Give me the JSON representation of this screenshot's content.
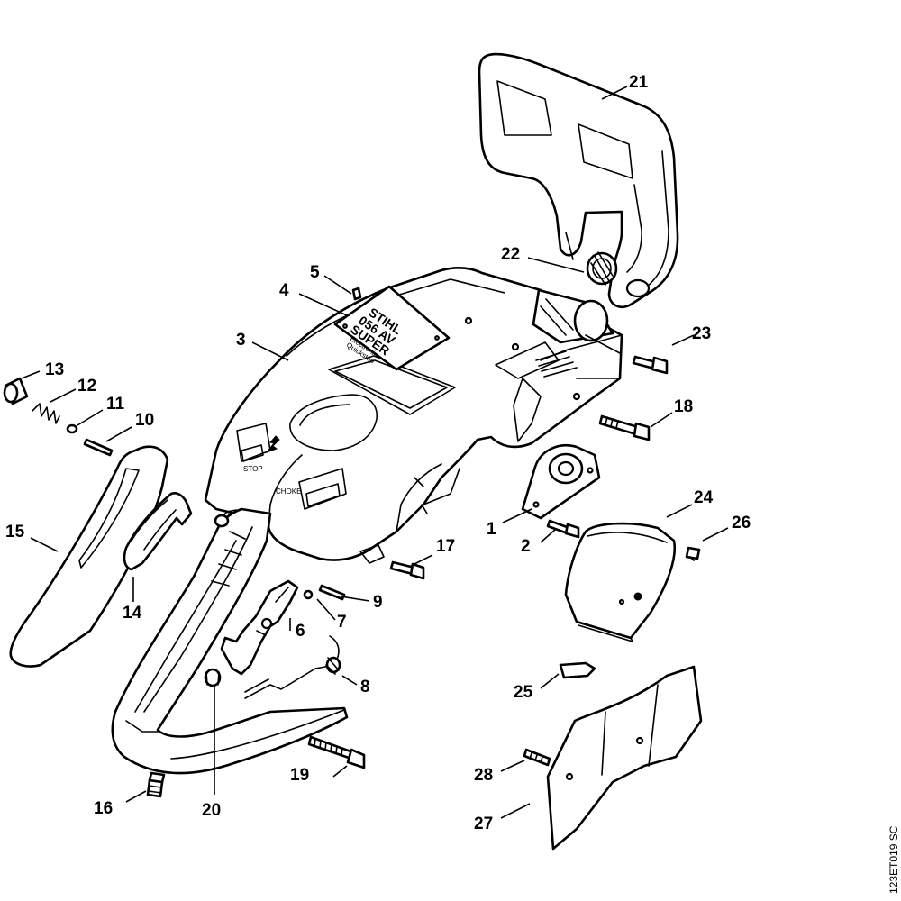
{
  "drawing_reference": "123ET019 SC",
  "decal": {
    "line1": "STIHL",
    "line2": "056 AV",
    "line3": "SUPER",
    "line4": "Electronic",
    "line5": "Quickstop"
  },
  "housing_labels": {
    "stop": "STOP",
    "choke": "CHOKE"
  },
  "callouts": [
    {
      "id": "c1",
      "label": "1",
      "part": "annular-buffer"
    },
    {
      "id": "c2",
      "label": "2",
      "part": "screw"
    },
    {
      "id": "c3",
      "label": "3",
      "part": "shroud"
    },
    {
      "id": "c4",
      "label": "4",
      "part": "model-plate"
    },
    {
      "id": "c5",
      "label": "5",
      "part": "pin"
    },
    {
      "id": "c6",
      "label": "6",
      "part": "throttle-trigger"
    },
    {
      "id": "c7",
      "label": "7",
      "part": "sleeve"
    },
    {
      "id": "c8",
      "label": "8",
      "part": "torsion-spring"
    },
    {
      "id": "c9",
      "label": "9",
      "part": "pin"
    },
    {
      "id": "c10",
      "label": "10",
      "part": "pin"
    },
    {
      "id": "c11",
      "label": "11",
      "part": "washer"
    },
    {
      "id": "c12",
      "label": "12",
      "part": "spring"
    },
    {
      "id": "c13",
      "label": "13",
      "part": "sleeve"
    },
    {
      "id": "c14",
      "label": "14",
      "part": "trigger-interlock"
    },
    {
      "id": "c15",
      "label": "15",
      "part": "handle-molding"
    },
    {
      "id": "c16",
      "label": "16",
      "part": "screw"
    },
    {
      "id": "c17",
      "label": "17",
      "part": "screw"
    },
    {
      "id": "c18",
      "label": "18",
      "part": "screw"
    },
    {
      "id": "c19",
      "label": "19",
      "part": "screw"
    },
    {
      "id": "c20",
      "label": "20",
      "part": "collar"
    },
    {
      "id": "c21",
      "label": "21",
      "part": "hand-guard"
    },
    {
      "id": "c22",
      "label": "22",
      "part": "spring"
    },
    {
      "id": "c23",
      "label": "23",
      "part": "screw"
    },
    {
      "id": "c24",
      "label": "24",
      "part": "cover"
    },
    {
      "id": "c25",
      "label": "25",
      "part": "plug"
    },
    {
      "id": "c26",
      "label": "26",
      "part": "screw"
    },
    {
      "id": "c27",
      "label": "27",
      "part": "base-plate"
    },
    {
      "id": "c28",
      "label": "28",
      "part": "screw"
    }
  ]
}
